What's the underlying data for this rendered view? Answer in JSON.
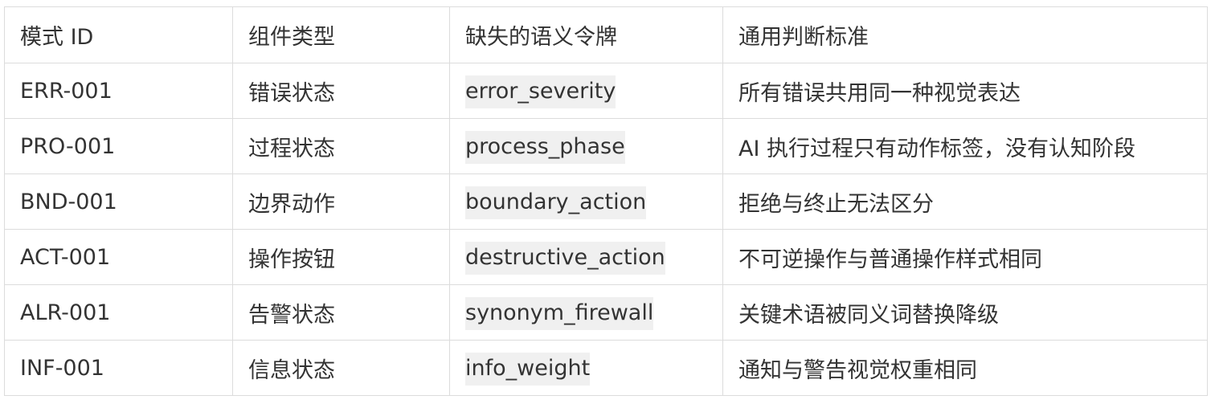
{
  "table": {
    "headers": [
      "模式 ID",
      "组件类型",
      "缺失的语义令牌",
      "通用判断标准"
    ],
    "rows": [
      {
        "id": "ERR-001",
        "type": "错误状态",
        "token": "error_severity",
        "criterion": "所有错误共用同一种视觉表达"
      },
      {
        "id": "PRO-001",
        "type": "过程状态",
        "token": "process_phase",
        "criterion": "AI 执行过程只有动作标签，没有认知阶段"
      },
      {
        "id": "BND-001",
        "type": "边界动作",
        "token": "boundary_action",
        "criterion": "拒绝与终止无法区分"
      },
      {
        "id": "ACT-001",
        "type": "操作按钮",
        "token": "destructive_action",
        "criterion": "不可逆操作与普通操作样式相同"
      },
      {
        "id": "ALR-001",
        "type": "告警状态",
        "token": "synonym_firewall",
        "criterion": "关键术语被同义词替换降级"
      },
      {
        "id": "INF-001",
        "type": "信息状态",
        "token": "info_weight",
        "criterion": "通知与警告视觉权重相同"
      }
    ]
  }
}
